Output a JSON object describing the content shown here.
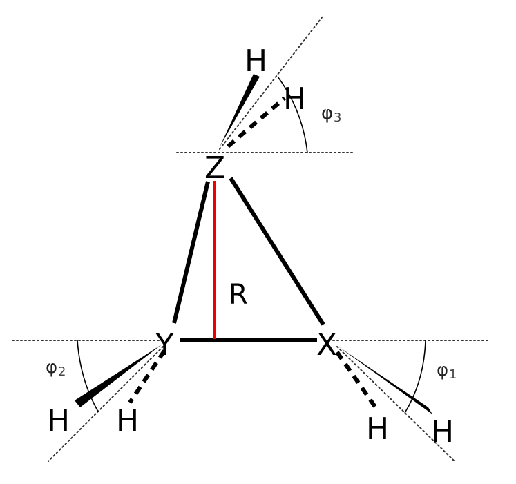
{
  "diagram": {
    "type": "molecular-geometry",
    "colors": {
      "bond": "#000000",
      "distance_line": "#ee0000",
      "guide": "#333333"
    },
    "atoms": {
      "z": {
        "label": "Z"
      },
      "y": {
        "label": "Y"
      },
      "x": {
        "label": "X"
      }
    },
    "hydrogens": {
      "z_wedge": "H",
      "z_dash": "H",
      "y_wedge": "H",
      "y_dash": "H",
      "x_wedge": "H",
      "x_dash": "H"
    },
    "distance": {
      "label": "R"
    },
    "angles": {
      "phi1": {
        "symbol": "φ",
        "sub": "1"
      },
      "phi2": {
        "symbol": "φ",
        "sub": "2"
      },
      "phi3": {
        "symbol": "φ",
        "sub": "3"
      }
    }
  }
}
